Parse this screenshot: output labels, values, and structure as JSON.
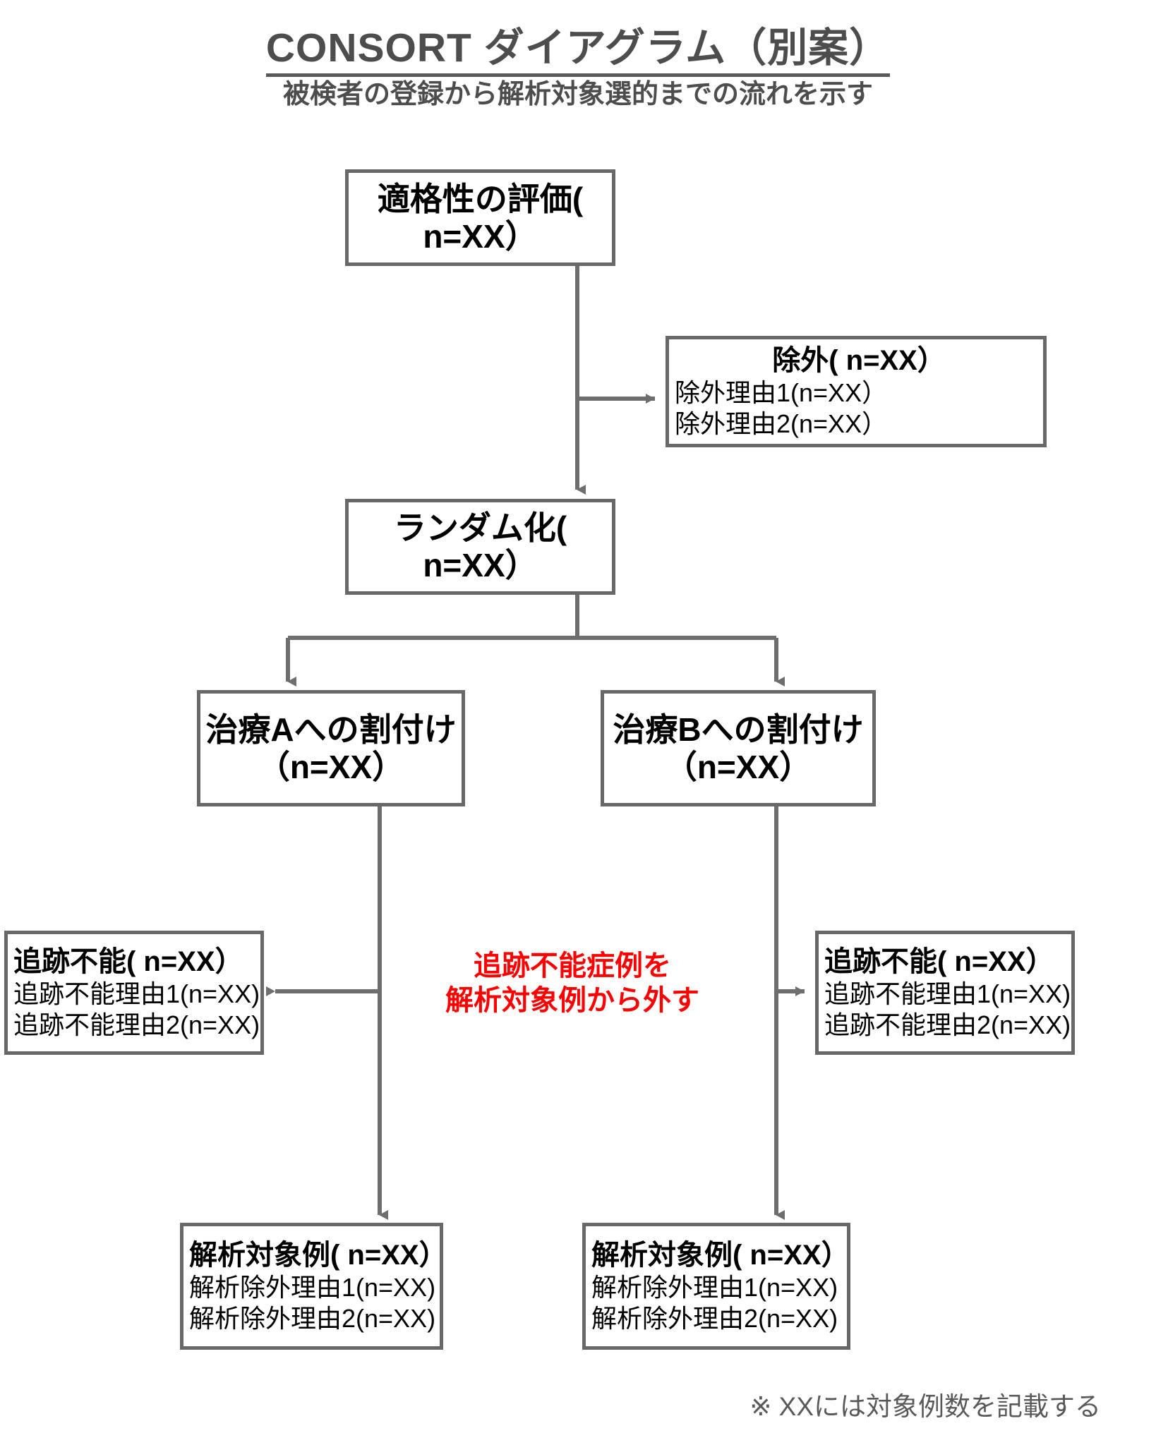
{
  "header": {
    "title": "CONSORT ダイアグラム（別案）",
    "subtitle": "被検者の登録から解析対象選的までの流れを示す"
  },
  "diagram": {
    "type": "flowchart",
    "nodes": {
      "eligibility": {
        "header": "適格性の評価( n=XX）"
      },
      "excluded": {
        "header": "除外( n=XX）",
        "line1": "除外理由1(n=XX）",
        "line2": "除外理由2(n=XX）"
      },
      "randomization": {
        "header": "ランダム化( n=XX）"
      },
      "treatment_a": {
        "line1": "治療Aへの割付け",
        "line2": "（n=XX）"
      },
      "treatment_b": {
        "line1": "治療Bへの割付け",
        "line2": "（n=XX）"
      },
      "lost_a": {
        "header": "追跡不能( n=XX）",
        "line1": "追跡不能理由1(n=XX)",
        "line2": "追跡不能理由2(n=XX)"
      },
      "lost_b": {
        "header": "追跡不能( n=XX）",
        "line1": "追跡不能理由1(n=XX)",
        "line2": "追跡不能理由2(n=XX)"
      },
      "analysis_a": {
        "header": "解析対象例( n=XX）",
        "line1": "解析除外理由1(n=XX)",
        "line2": "解析除外理由2(n=XX)"
      },
      "analysis_b": {
        "header": "解析対象例( n=XX）",
        "line1": "解析除外理由1(n=XX)",
        "line2": "解析除外理由2(n=XX)"
      }
    },
    "annotation": {
      "red_note_line1": "追跡不能症例を",
      "red_note_line2": "解析対象例から外す"
    },
    "footnote": "※ XXには対象例数を記載する",
    "colors": {
      "box_border": "#686868",
      "connector": "#6e6e6e",
      "title_text": "#4d4d4d",
      "annotation_red": "#ff0000",
      "footnote_gray": "#595959",
      "body_text": "#000000",
      "background": "#ffffff"
    }
  }
}
